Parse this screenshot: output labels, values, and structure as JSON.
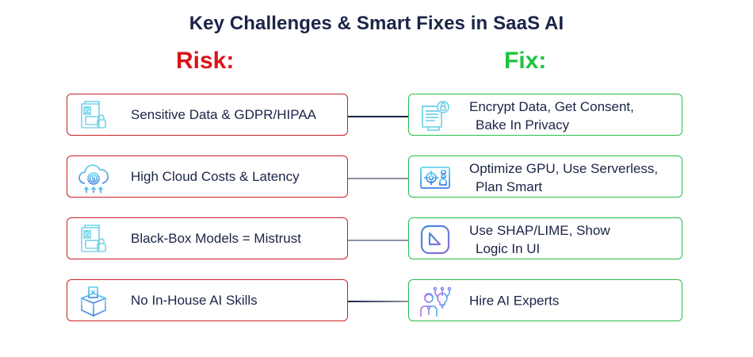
{
  "title": "Key Challenges & Smart Fixes in SaaS AI",
  "columns": {
    "risk_heading": "Risk:",
    "fix_heading": "Fix:"
  },
  "colors": {
    "title": "#1b2447",
    "risk": "#d8141a",
    "risk_border": "#cc1f24",
    "fix": "#1ec43e",
    "fix_border": "#25c04a",
    "connector_dark": "#1b2447",
    "connector_gray": "#8a93a6"
  },
  "rows": [
    {
      "risk": {
        "label": "Sensitive Data & GDPR/HIPAA",
        "icon": "document-lock-icon"
      },
      "fix": {
        "line1": "Encrypt Data, Get Consent,",
        "line2": "Bake In Privacy",
        "icon": "secure-document-icon"
      }
    },
    {
      "risk": {
        "label": "High Cloud Costs & Latency",
        "icon": "cloud-cost-icon"
      },
      "fix": {
        "line1": "Optimize GPU, Use Serverless,",
        "line2": "Plan Smart",
        "icon": "gpu-target-icon"
      }
    },
    {
      "risk": {
        "label": "Black-Box Models = Mistrust",
        "icon": "document-lock-icon"
      },
      "fix": {
        "line1": "Use SHAP/LIME, Show",
        "line2": "Logic In UI",
        "icon": "explain-logic-icon"
      }
    },
    {
      "risk": {
        "label": "No In-House AI Skills",
        "icon": "empty-box-icon"
      },
      "fix": {
        "line1": "Hire AI Experts",
        "line2": "",
        "icon": "ai-expert-icon"
      }
    }
  ]
}
